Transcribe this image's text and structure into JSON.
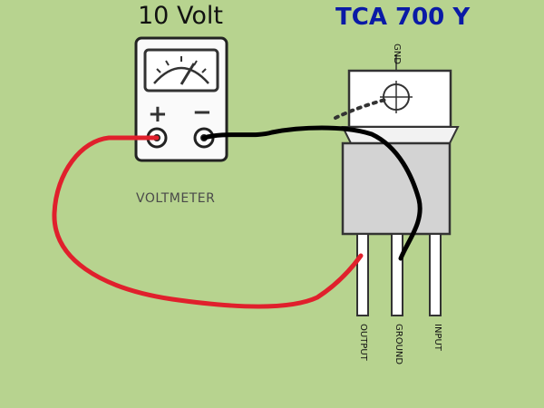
{
  "title_left": "10 Volt",
  "title_right": "TCA 700 Y",
  "voltmeter": {
    "label": "VOLTMETER",
    "plus_symbol": "+",
    "minus_symbol": "−"
  },
  "ic": {
    "tab_label": "GND",
    "pins": [
      "OUTPUT",
      "GROUND",
      "INPUT"
    ]
  },
  "colors": {
    "background": "#b7d38f",
    "title_left": "#111111",
    "title_right": "#0a1aa6",
    "red_wire": "#e0202c",
    "black_wire": "#000000"
  }
}
